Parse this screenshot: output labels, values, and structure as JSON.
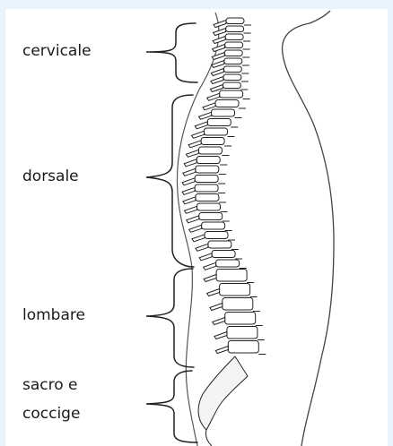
{
  "labels": {
    "cervicale": "cervicale",
    "dorsale": "dorsale",
    "lombare": "lombare",
    "sacro": "sacro e",
    "coccige": "coccige"
  },
  "colors": {
    "background": "#e8f3fb",
    "panel": "#ffffff",
    "ink": "#1a1a1a"
  }
}
